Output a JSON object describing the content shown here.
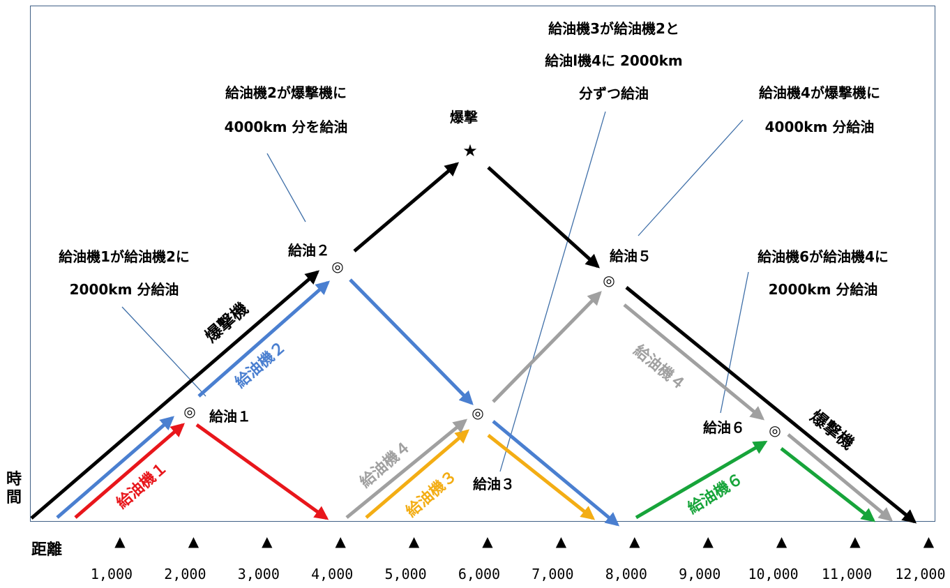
{
  "axis": {
    "time_label": "時間",
    "distance_label": "距離",
    "tick_marker": "▲",
    "ticks": [
      "1,000",
      "2,000",
      "3,000",
      "4,000",
      "5,000",
      "6,000",
      "7,000",
      "8,000",
      "9,000",
      "10,000",
      "11,000",
      "12,000"
    ]
  },
  "nodes": {
    "refuel1": {
      "label": "給油１",
      "symbol": "◎"
    },
    "refuel2": {
      "label": "給油２",
      "symbol": "◎"
    },
    "refuel3": {
      "label": "給油３",
      "symbol": "◎"
    },
    "refuel5": {
      "label": "給油５",
      "symbol": "◎"
    },
    "refuel6": {
      "label": "給油６",
      "symbol": "◎"
    },
    "bomb": {
      "label": "爆撃",
      "symbol": "★"
    }
  },
  "lines": {
    "bomber_out": "爆撃機",
    "bomber_back": "爆撃機",
    "tanker1": "給油機１",
    "tanker2": "給油機２",
    "tanker3": "給油機３",
    "tanker4_out": "給油機４",
    "tanker4_back": "給油機４",
    "tanker6": "給油機６"
  },
  "annotations": {
    "a1": [
      "給油機1が給油機2に",
      "2000km 分給油"
    ],
    "a2": [
      "給油機2が爆撃機に",
      "4000km 分を給油"
    ],
    "a3": [
      "給油機3が給油機2と",
      "給油l機4に 2000km",
      "分ずつ給油"
    ],
    "a4": [
      "給油機4が爆撃機に",
      "4000km 分給油"
    ],
    "a6": [
      "給油機6が給油機4に",
      "2000km 分給油"
    ]
  },
  "colors": {
    "bomber": "#000000",
    "tanker1": "#e8161b",
    "tanker2": "#4a7fd0",
    "tanker3": "#f3ad14",
    "tanker4": "#a0a0a0",
    "tanker6": "#17a43a",
    "callout": "#3f6fa8"
  }
}
